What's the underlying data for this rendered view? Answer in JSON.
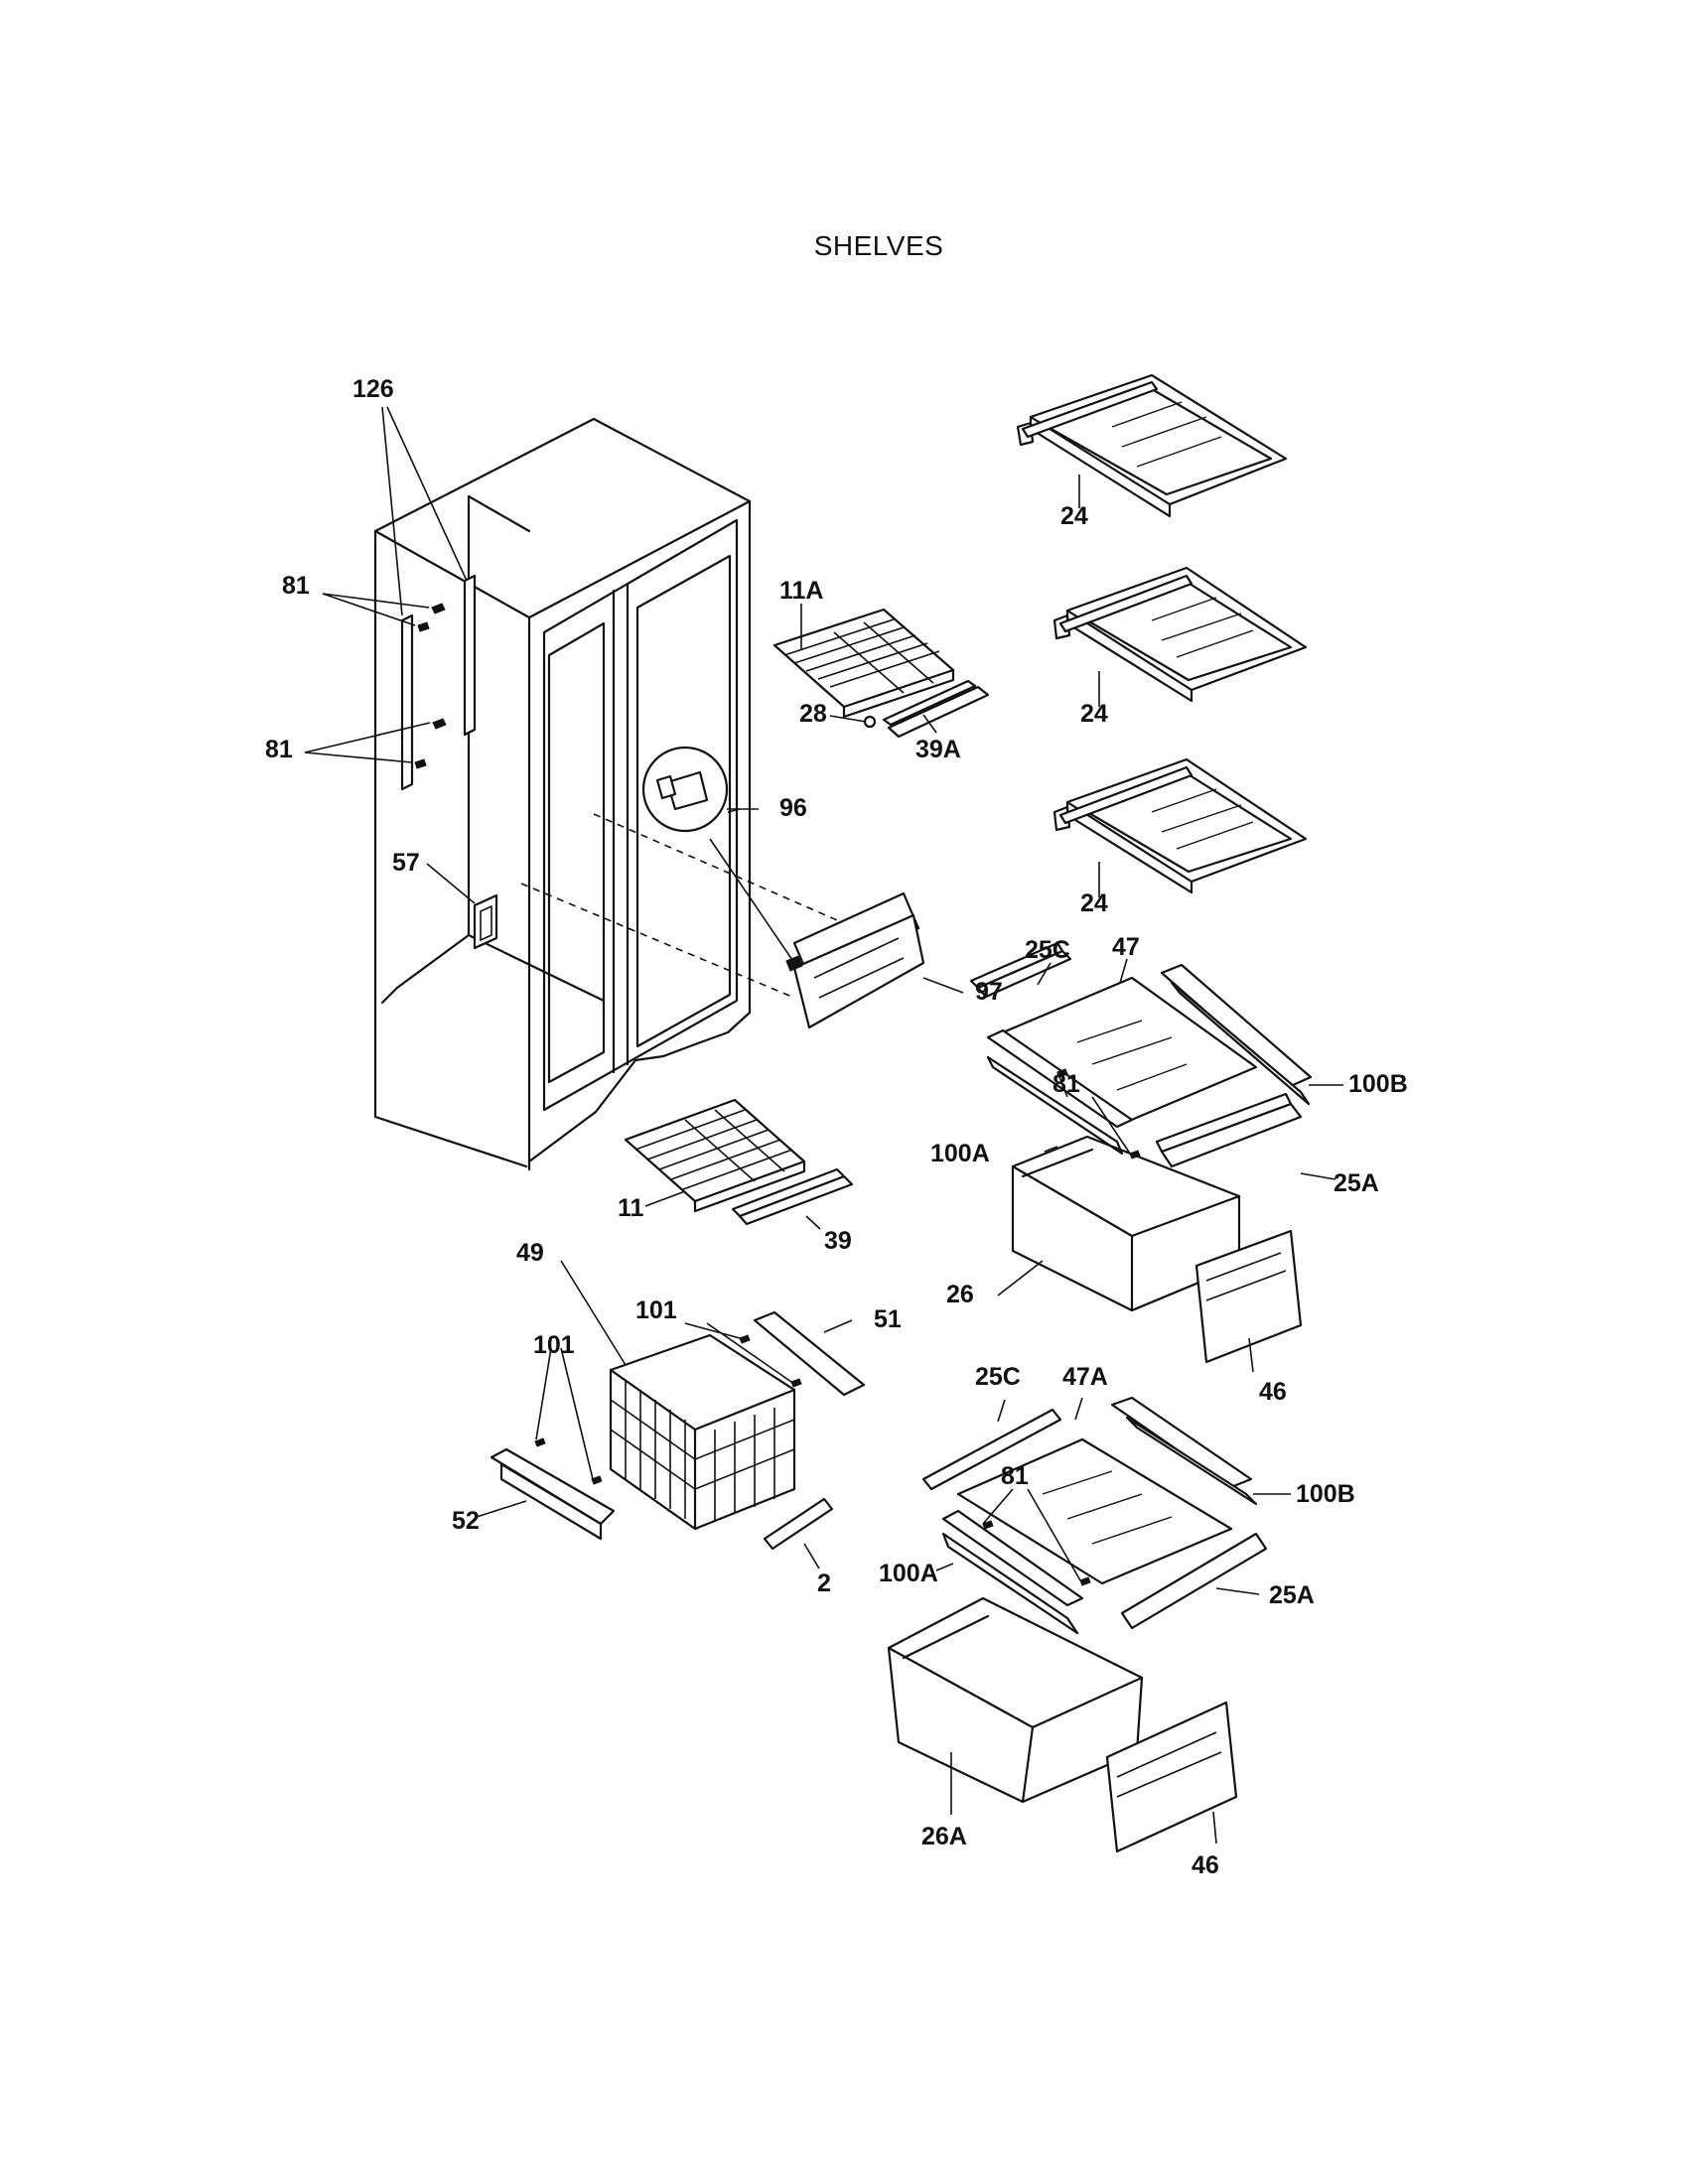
{
  "title": "SHELVES",
  "callouts": {
    "c126": "126",
    "c81a": "81",
    "c81b": "81",
    "c57": "57",
    "c11a": "11A",
    "c28": "28",
    "c39a": "39A",
    "c96": "96",
    "c97": "97",
    "c24a": "24",
    "c24b": "24",
    "c24c": "24",
    "c25c_top": "25C",
    "c47": "47",
    "c81c": "81",
    "c100b_top": "100B",
    "c100a_top": "100A",
    "c25a_top": "25A",
    "c26": "26",
    "c46_top": "46",
    "c11": "11",
    "c39": "39",
    "c49": "49",
    "c101a": "101",
    "c101b": "101",
    "c51": "51",
    "c52": "52",
    "c2": "2",
    "c25c_bot": "25C",
    "c47a": "47A",
    "c81d": "81",
    "c100b_bot": "100B",
    "c100a_bot": "100A",
    "c25a_bot": "25A",
    "c26a": "26A",
    "c46_bot": "46"
  }
}
